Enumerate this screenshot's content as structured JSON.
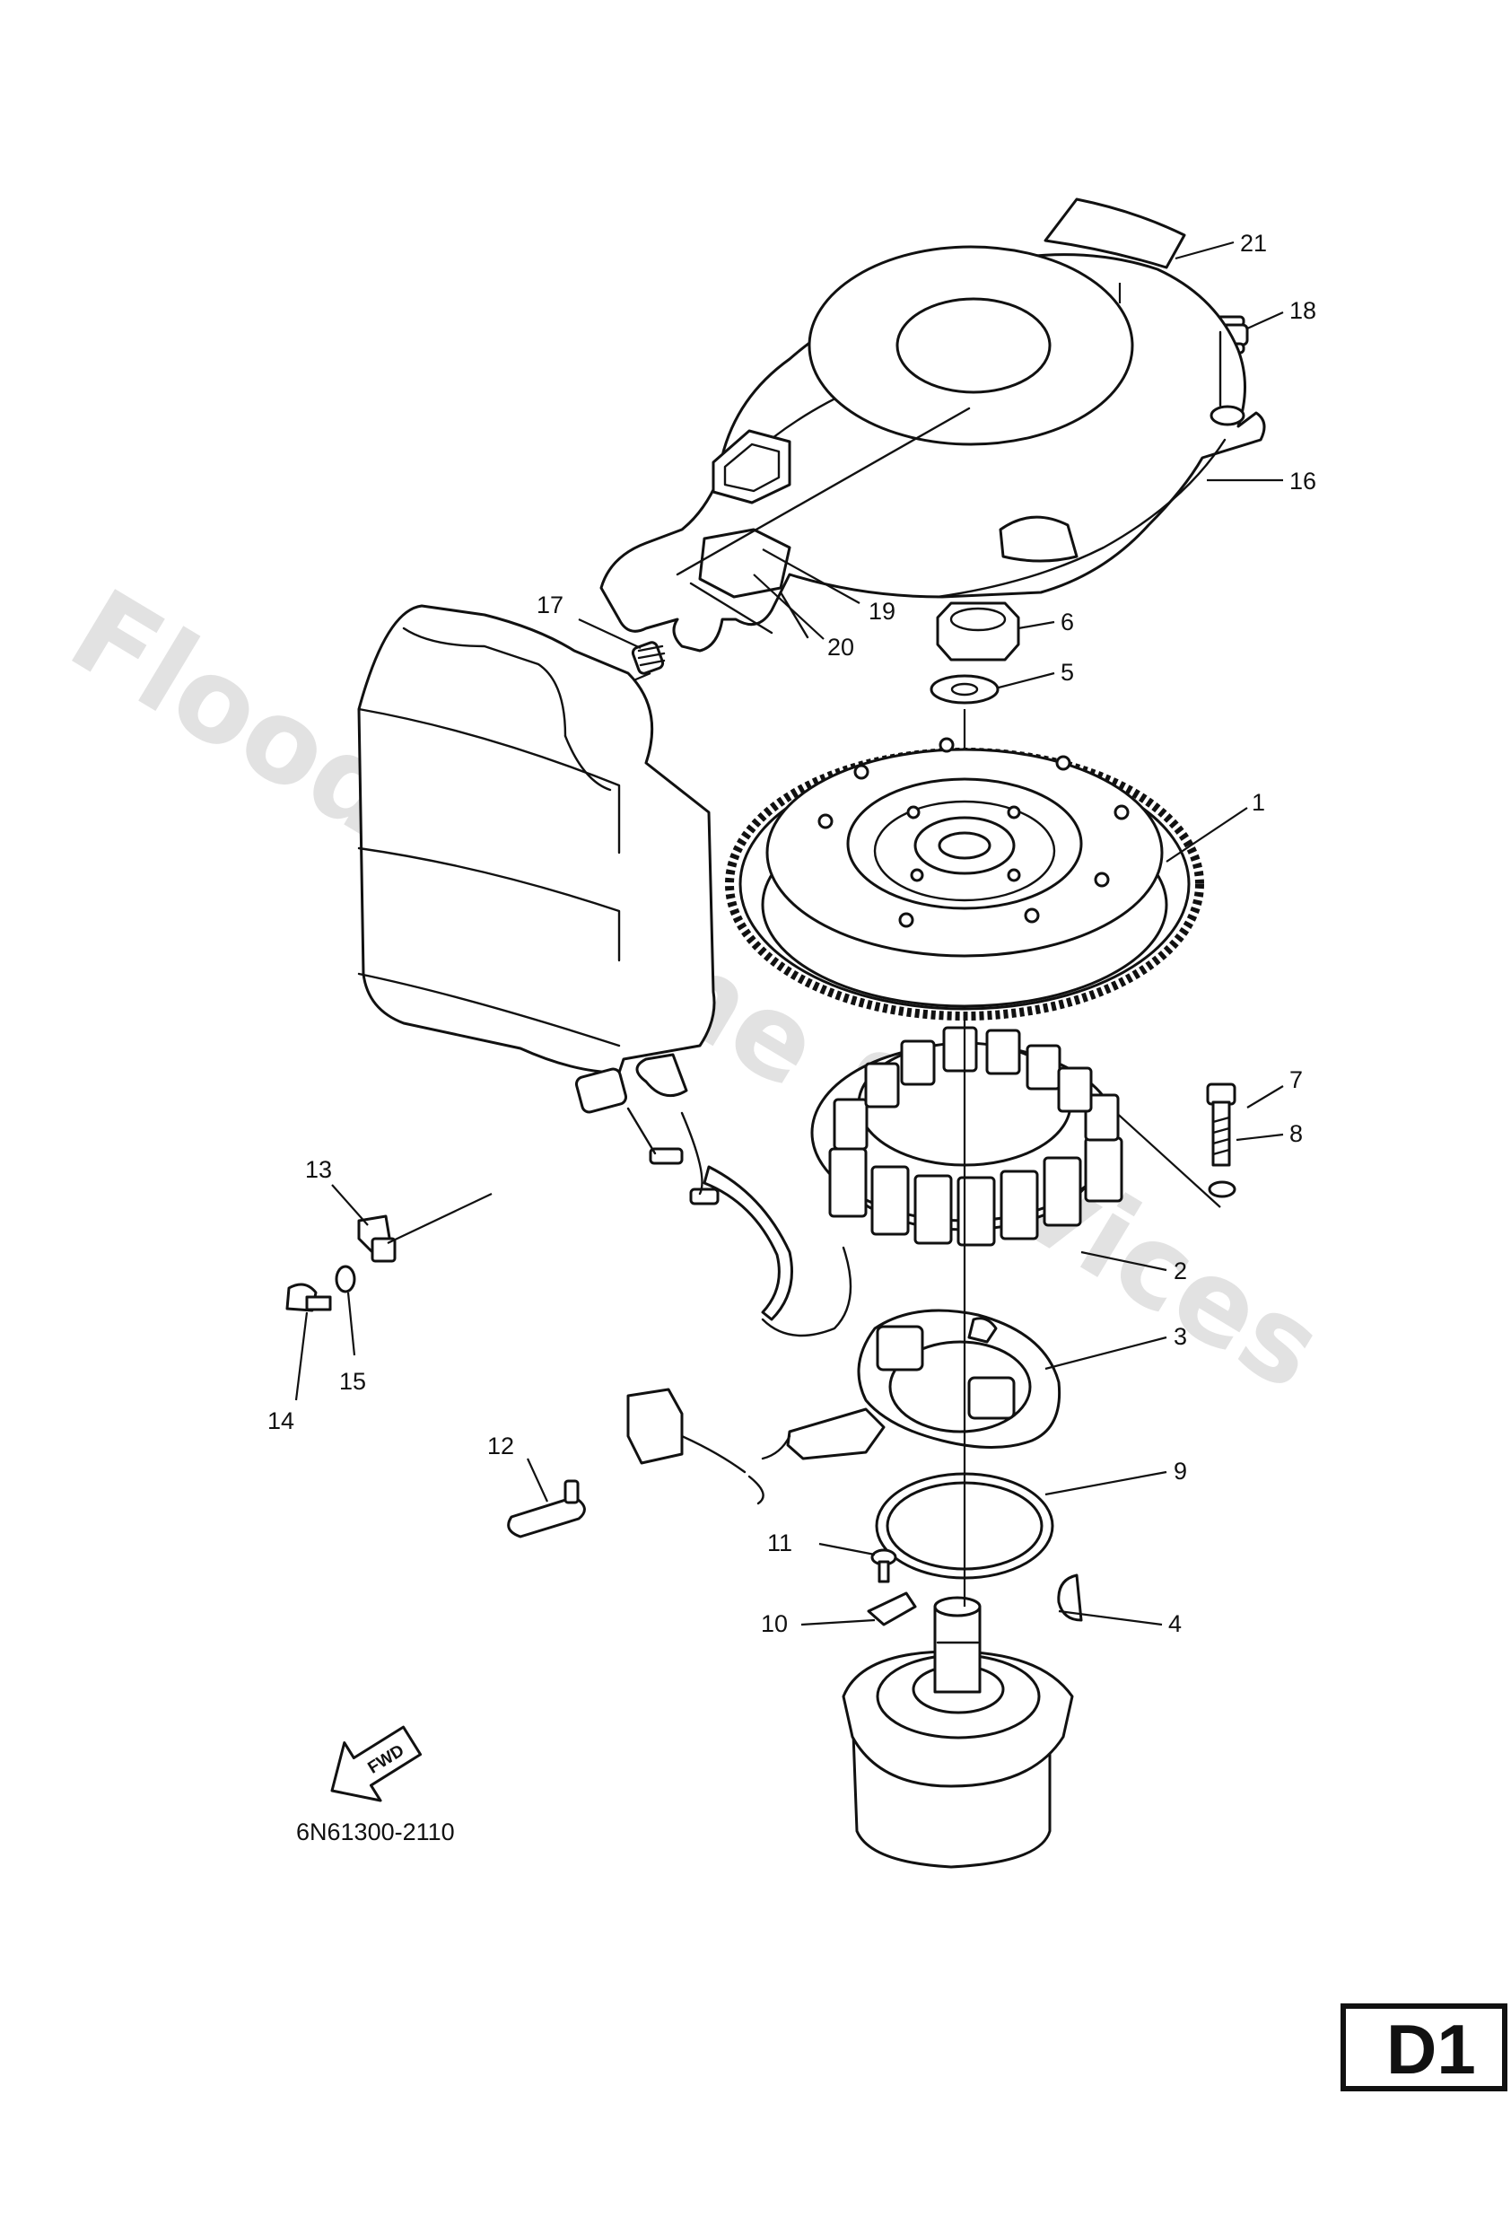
{
  "watermark": "Flood Marine Services",
  "diagram_code": "6N61300-2110",
  "page_label": "D1",
  "fwd_label": "FWD",
  "callouts": [
    {
      "label": "1"
    },
    {
      "label": "2"
    },
    {
      "label": "3"
    },
    {
      "label": "4"
    },
    {
      "label": "5"
    },
    {
      "label": "6"
    },
    {
      "label": "7"
    },
    {
      "label": "8"
    },
    {
      "label": "9"
    },
    {
      "label": "10"
    },
    {
      "label": "11"
    },
    {
      "label": "12"
    },
    {
      "label": "13"
    },
    {
      "label": "14"
    },
    {
      "label": "15"
    },
    {
      "label": "16"
    },
    {
      "label": "17"
    },
    {
      "label": "18"
    },
    {
      "label": "19"
    },
    {
      "label": "20"
    },
    {
      "label": "21"
    }
  ]
}
